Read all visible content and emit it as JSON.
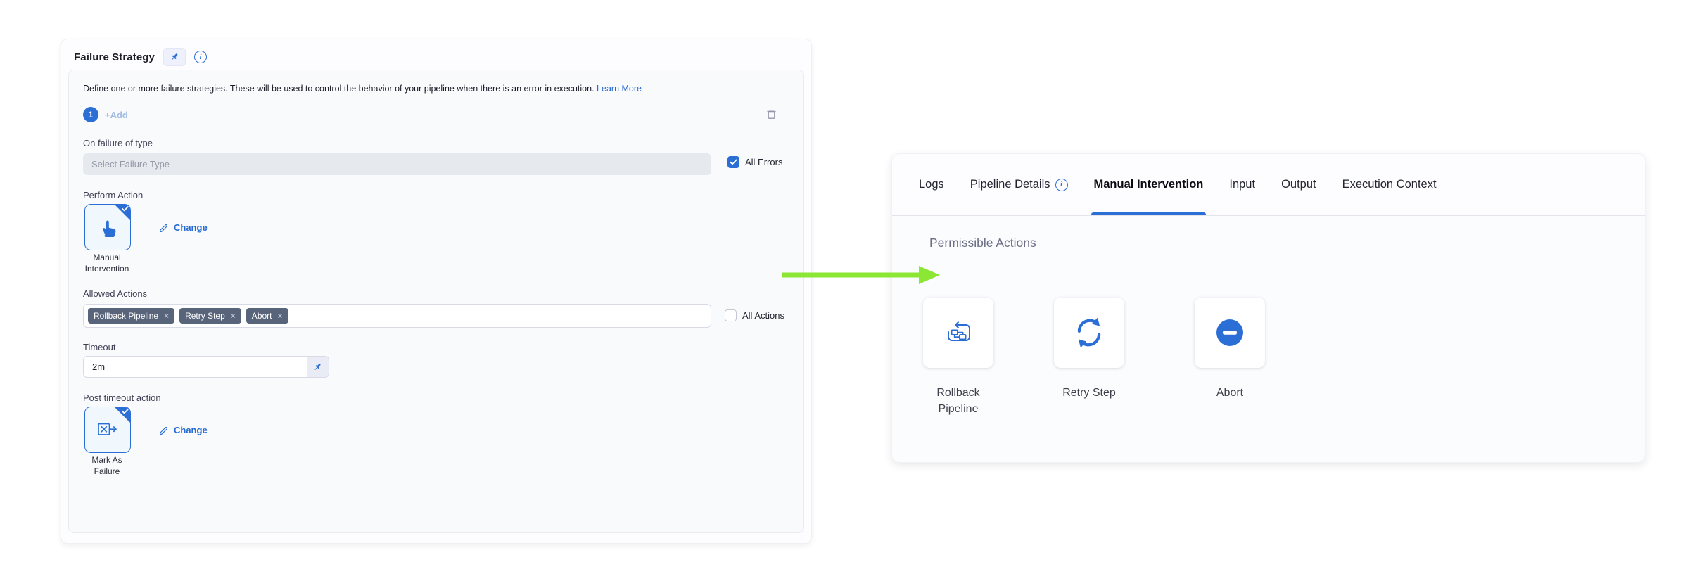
{
  "colors": {
    "accent_blue": "#2b6fd6",
    "link_blue": "#2569d3",
    "tag_bg": "#58647a",
    "arrow_green": "#8ce634",
    "active_tab_underline": "#2b6fd6"
  },
  "left_panel": {
    "title": "Failure Strategy",
    "icons": {
      "pin": "pushpin-icon",
      "info": "info-circle-icon",
      "trash": "trash-icon",
      "pencil": "pencil-icon"
    },
    "description": "Define one or more failure strategies. These will be used to control the behavior of your pipeline when there is an error in execution.",
    "learn_more": "Learn More",
    "strategy_index": "1",
    "add_label": "+Add",
    "on_failure_label": "On failure of type",
    "failure_type_placeholder": "Select Failure Type",
    "all_errors_label": "All Errors",
    "perform_action_label": "Perform Action",
    "perform_action_value": "Manual Intervention",
    "change_label": "Change",
    "allowed_actions_label": "Allowed Actions",
    "tags": [
      "Rollback Pipeline",
      "Retry Step",
      "Abort"
    ],
    "tag_close_glyph": "×",
    "all_actions_label": "All Actions",
    "timeout_label": "Timeout",
    "timeout_value": "2m",
    "post_timeout_label": "Post timeout action",
    "post_timeout_value": "Mark As Failure"
  },
  "right_panel": {
    "tabs": [
      {
        "label": "Logs"
      },
      {
        "label": "Pipeline Details",
        "info_icon": "info-circle-icon"
      },
      {
        "label": "Manual Intervention",
        "active": true
      },
      {
        "label": "Input"
      },
      {
        "label": "Output"
      },
      {
        "label": "Execution Context"
      }
    ],
    "heading": "Permissible Actions",
    "actions": [
      {
        "label": "Rollback Pipeline",
        "icon": "rollback-pipeline-icon"
      },
      {
        "label": "Retry Step",
        "icon": "retry-icon"
      },
      {
        "label": "Abort",
        "icon": "abort-icon"
      }
    ]
  }
}
